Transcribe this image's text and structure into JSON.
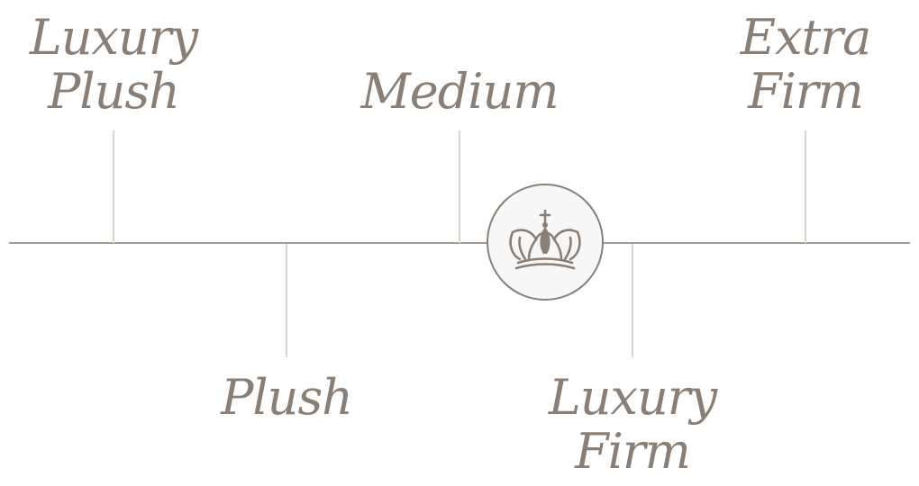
{
  "scale": {
    "levels": [
      {
        "id": "luxury-plush",
        "lines": [
          "Luxury",
          "Plush"
        ],
        "side": "top"
      },
      {
        "id": "plush",
        "lines": [
          "Plush"
        ],
        "side": "bottom"
      },
      {
        "id": "medium",
        "lines": [
          "Medium"
        ],
        "side": "top"
      },
      {
        "id": "luxury-firm",
        "lines": [
          "Luxury",
          "Firm"
        ],
        "side": "bottom"
      },
      {
        "id": "extra-firm",
        "lines": [
          "Extra",
          "Firm"
        ],
        "side": "top"
      }
    ],
    "marker_icon": "crown-icon",
    "colors": {
      "text": "#8a7f76",
      "axis": "#a39a91",
      "tick": "#d9d4cd",
      "badge_fill": "#f7f7f7"
    }
  }
}
